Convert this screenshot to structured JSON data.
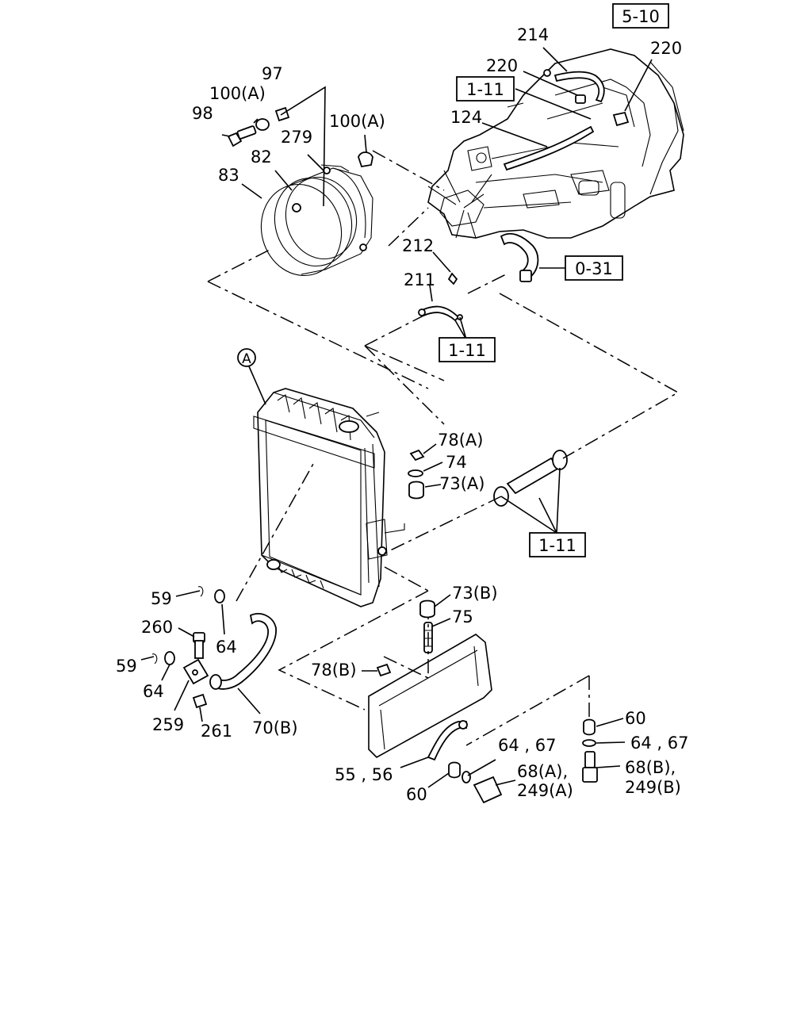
{
  "refs": {
    "r510": "5-10",
    "r111_top": "1-11",
    "r031": "0-31",
    "r111_mid": "1-11",
    "r111_right": "1-11"
  },
  "callout_a": "A",
  "labels": {
    "l97": "97",
    "l100a_1": "100(A)",
    "l98": "98",
    "l100a_2": "100(A)",
    "l279": "279",
    "l82": "82",
    "l83": "83",
    "l214": "214",
    "l220_1": "220",
    "l220_2": "220",
    "l124": "124",
    "l212": "212",
    "l211": "211",
    "l78a": "78(A)",
    "l74": "74",
    "l73a": "73(A)",
    "l73b": "73(B)",
    "l75": "75",
    "l78b": "78(B)",
    "l59_1": "59",
    "l64_1": "64",
    "l260": "260",
    "l59_2": "59",
    "l64_2": "64",
    "l259": "259",
    "l261": "261",
    "l70b": "70(B)",
    "l60_1": "60",
    "l6467_1": "64 , 67",
    "l68b": "68(B),",
    "l249b": "249(B)",
    "l6467_2": "64 , 67",
    "l68a": "68(A),",
    "l249a": "249(A)",
    "l5556": "55 , 56",
    "l60_2": "60"
  }
}
